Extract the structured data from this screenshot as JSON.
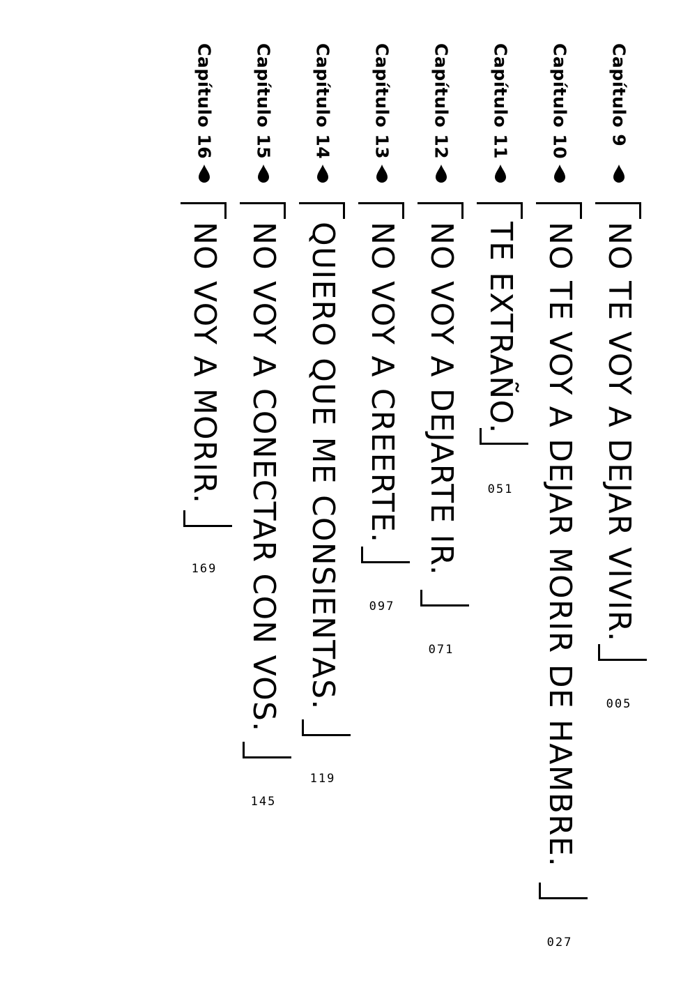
{
  "toc": {
    "entries": [
      {
        "chapter": "Capítulo 9",
        "title": "NO TE VOY A DEJAR VIVIR.",
        "page": "005"
      },
      {
        "chapter": "Capítulo 10",
        "title": "NO TE VOY A DEJAR MORIR DE HAMBRE.",
        "page": "027"
      },
      {
        "chapter": "Capítulo 11",
        "title": "TE EXTRAÑO.",
        "page": "051"
      },
      {
        "chapter": "Capítulo 12",
        "title": "NO VOY A DEJARTE IR.",
        "page": "071"
      },
      {
        "chapter": "Capítulo 13",
        "title": "NO VOY A CREERTE.",
        "page": "097"
      },
      {
        "chapter": "Capítulo 14",
        "title": "QUIERO QUE ME CONSIENTAS.",
        "page": "119"
      },
      {
        "chapter": "Capítulo 15",
        "title": "NO VOY A CONECTAR CON VOS.",
        "page": "145"
      },
      {
        "chapter": "Capítulo 16",
        "title": "NO VOY A MORIR.",
        "page": "169"
      }
    ]
  }
}
